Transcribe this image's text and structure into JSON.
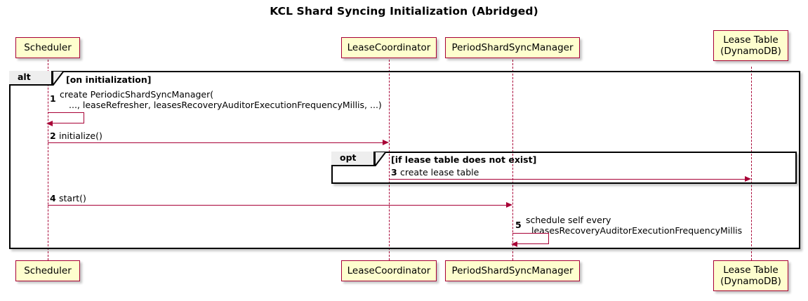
{
  "diagram": {
    "title": "KCL Shard Syncing Initialization (Abridged)",
    "type": "sequence-diagram",
    "colors": {
      "participant_fill": "#FEFECE",
      "participant_border": "#A80036",
      "arrow": "#A80036",
      "frame_border": "#000000",
      "frame_label_fill": "#EEEEEE",
      "background": "#FFFFFF"
    }
  },
  "participants": [
    {
      "id": "scheduler",
      "label_line1": "Scheduler",
      "label_line2": ""
    },
    {
      "id": "lease-coordinator",
      "label_line1": "LeaseCoordinator",
      "label_line2": ""
    },
    {
      "id": "period-shard-sync-manager",
      "label_line1": "PeriodShardSyncManager",
      "label_line2": ""
    },
    {
      "id": "lease-table",
      "label_line1": "Lease Table",
      "label_line2": "(DynamoDB)"
    }
  ],
  "fragments": [
    {
      "id": "alt",
      "operator": "alt",
      "condition": "[on initialization]"
    },
    {
      "id": "opt",
      "operator": "opt",
      "condition": "[if lease table does not exist]"
    }
  ],
  "messages": [
    {
      "number": "1",
      "from": "scheduler",
      "to": "scheduler",
      "self": true,
      "text_line1": "create PeriodicShardSyncManager(",
      "text_line2": "..., leaseRefresher, leasesRecoveryAuditorExecutionFrequencyMillis, ...)"
    },
    {
      "number": "2",
      "from": "scheduler",
      "to": "lease-coordinator",
      "self": false,
      "text_line1": "initialize()",
      "text_line2": ""
    },
    {
      "number": "3",
      "from": "lease-coordinator",
      "to": "lease-table",
      "self": false,
      "text_line1": "create lease table",
      "text_line2": ""
    },
    {
      "number": "4",
      "from": "scheduler",
      "to": "period-shard-sync-manager",
      "self": false,
      "text_line1": "start()",
      "text_line2": ""
    },
    {
      "number": "5",
      "from": "period-shard-sync-manager",
      "to": "period-shard-sync-manager",
      "self": true,
      "text_line1": "schedule self every",
      "text_line2": "leasesRecoveryAuditorExecutionFrequencyMillis"
    }
  ]
}
